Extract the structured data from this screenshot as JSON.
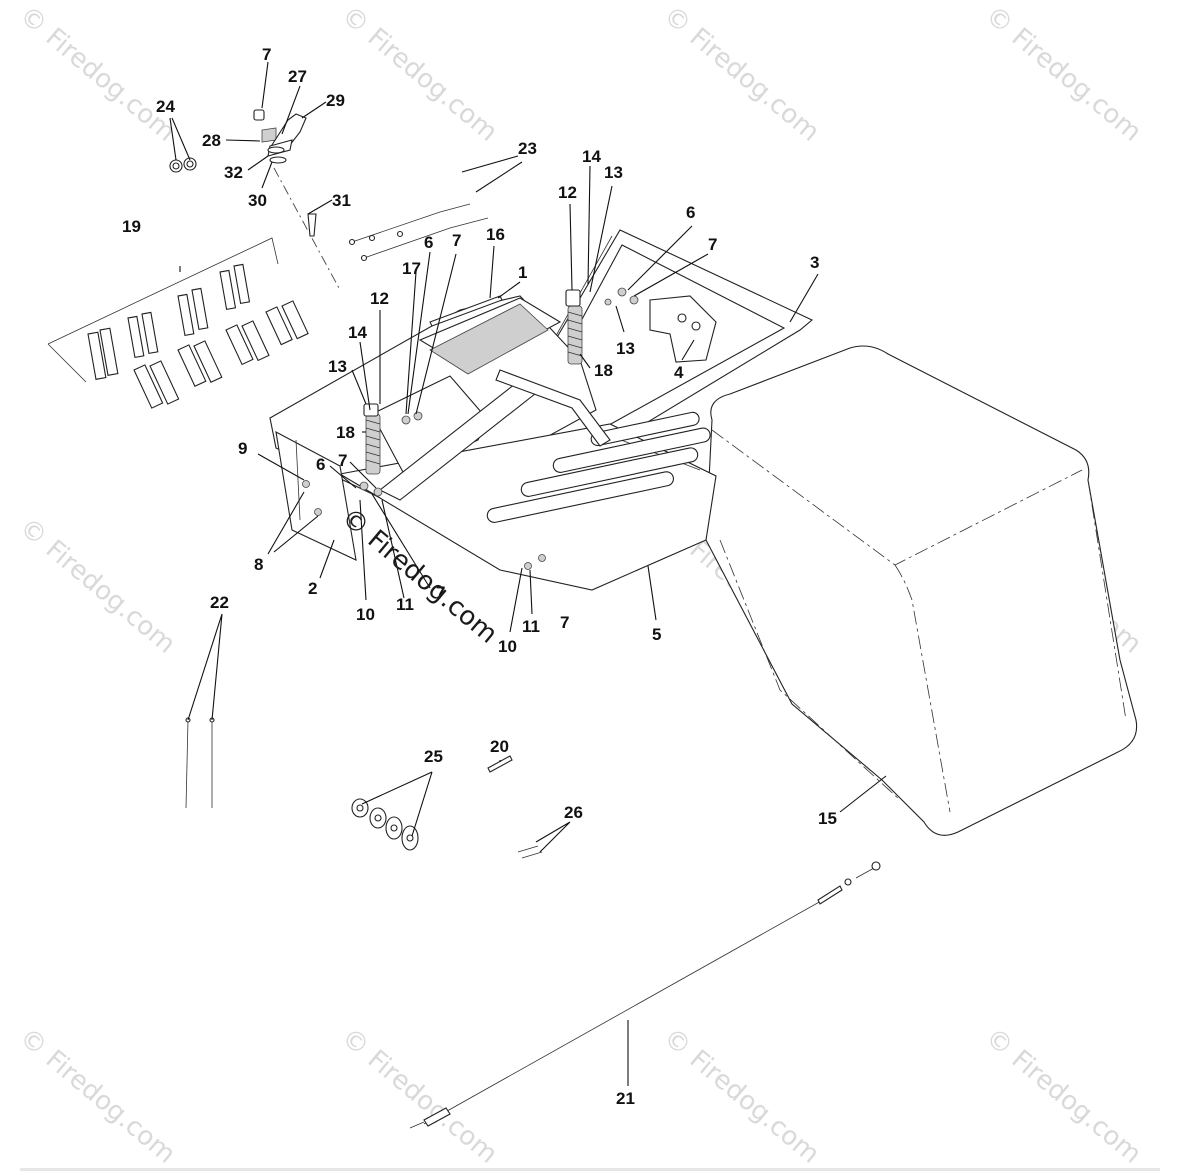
{
  "watermarks": {
    "text": "© Firedog.com",
    "center_text": "© Firedog.com"
  },
  "callouts": {
    "c7_top": "7",
    "c27": "27",
    "c29": "29",
    "c24": "24",
    "c28": "28",
    "c32": "32",
    "c30": "30",
    "c31": "31",
    "c23": "23",
    "c14_r": "14",
    "c13_r": "13",
    "c12_r": "12",
    "c6_r": "6",
    "c7_r": "7",
    "c3": "3",
    "c19": "19",
    "c16": "16",
    "c6_m": "6",
    "c7_m": "7",
    "c17": "17",
    "c1": "1",
    "c12_m": "12",
    "c13_rr": "13",
    "c4": "4",
    "c18_r": "18",
    "c14_m": "14",
    "c13_m": "13",
    "c18_m": "18",
    "c9": "9",
    "c6_l": "6",
    "c7_l": "7",
    "c8": "8",
    "c2": "2",
    "c10_l": "10",
    "c11_l": "11",
    "c7_lb": "7",
    "c10_c": "10",
    "c11_c": "11",
    "c7_c": "7",
    "c5": "5",
    "c22": "22",
    "c25": "25",
    "c20": "20",
    "c26": "26",
    "c15": "15",
    "c21": "21"
  },
  "colors": {
    "line": "#111111",
    "watermark": "#d9d9d9",
    "part_fill": "#ffffff",
    "shade": "#cfcfcf"
  }
}
